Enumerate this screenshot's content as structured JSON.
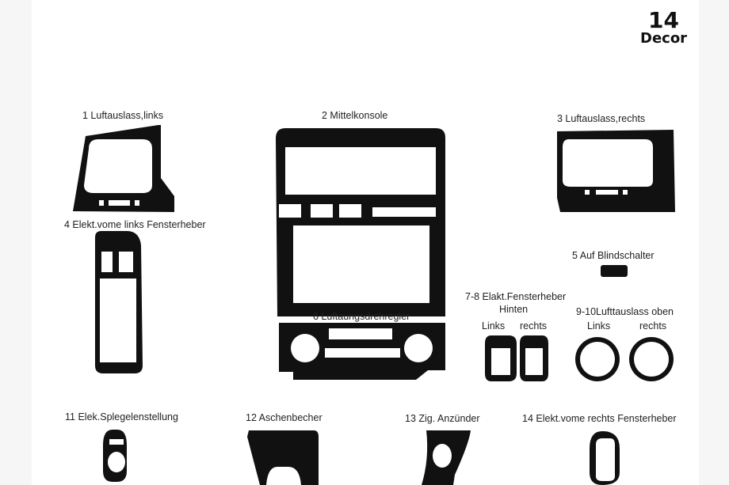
{
  "logo": {
    "number": "14",
    "text": "Decor"
  },
  "parts": {
    "p1": "1  Luftauslass,links",
    "p2": "2  Mittelkonsole",
    "p3": "3  Luftauslass,rechts",
    "p4": "4  Elekt.vome links Fensterheber",
    "p5": "5  Auf Blindschalter",
    "p6": "6  Luftaungsdrehregler",
    "p78": "7-8 Elakt.Fensterheber",
    "p78_sub": "Hinten",
    "p78_left": "Links",
    "p78_right": "rechts",
    "p910": "9-10Lufttauslass oben",
    "p910_left": "Links",
    "p910_right": "rechts",
    "p11": "11  Elek.Splegelenstellung",
    "p12": "12  Aschenbecher",
    "p13": "13  Zig. Anzünder",
    "p14": "14  Elekt.vome rechts Fensterheber"
  },
  "colors": {
    "part": "#111111",
    "background": "#ffffff"
  }
}
